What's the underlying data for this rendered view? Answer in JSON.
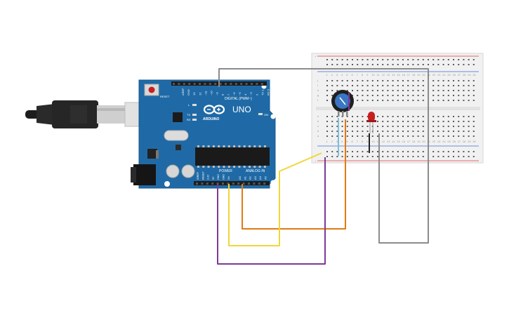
{
  "board": {
    "name": "UNO",
    "brand": "ARDUINO",
    "reset_label": "RESET",
    "digital_label": "DIGITAL (PWM~)",
    "power_label": "POWER",
    "analog_label": "ANALOG IN",
    "aref_label": "AREF",
    "gnd_label": "GND",
    "on_label": "ON",
    "tx_label": "TX",
    "rx_label": "RX",
    "l_label": "L",
    "digital_pins": [
      "13",
      "12",
      "~11",
      "~10",
      "~9",
      "8",
      "7",
      "~6",
      "~5",
      "4",
      "~3",
      "2",
      "TX 1",
      "RX 0"
    ],
    "power_pins": [
      "IOREF",
      "RESET",
      "3.3V",
      "5V",
      "GND",
      "GND",
      "Vin"
    ],
    "analog_pins": [
      "A0",
      "A1",
      "A2",
      "A3",
      "A4",
      "A5"
    ]
  },
  "breadboard": {
    "row_letters_top": [
      "j",
      "i",
      "h",
      "g",
      "f"
    ],
    "row_letters_bottom": [
      "e",
      "d",
      "c",
      "b",
      "a"
    ],
    "column_numbers": [
      "1",
      "2",
      "3",
      "4",
      "5",
      "6",
      "7",
      "8",
      "9",
      "10",
      "11",
      "12",
      "13",
      "14",
      "15",
      "16",
      "17",
      "18",
      "19",
      "20",
      "21",
      "22",
      "23",
      "24",
      "25",
      "26",
      "27",
      "28",
      "29",
      "30"
    ],
    "rail_plus": "+",
    "rail_minus": "-"
  },
  "wires": [
    {
      "name": "wire-gray",
      "color": "#8c8c8c"
    },
    {
      "name": "wire-orange",
      "color": "#e07b12"
    },
    {
      "name": "wire-yellow",
      "color": "#f0d63a"
    },
    {
      "name": "wire-purple",
      "color": "#7d3a96"
    }
  ],
  "colors": {
    "board": "#1f6aa6",
    "board_edge": "#185a8f",
    "breadboard": "#f1f1f1",
    "rail_red": "#e23a3a",
    "rail_blue": "#3a6fd0",
    "led": "#c62020",
    "pot": "#3a76c4"
  }
}
